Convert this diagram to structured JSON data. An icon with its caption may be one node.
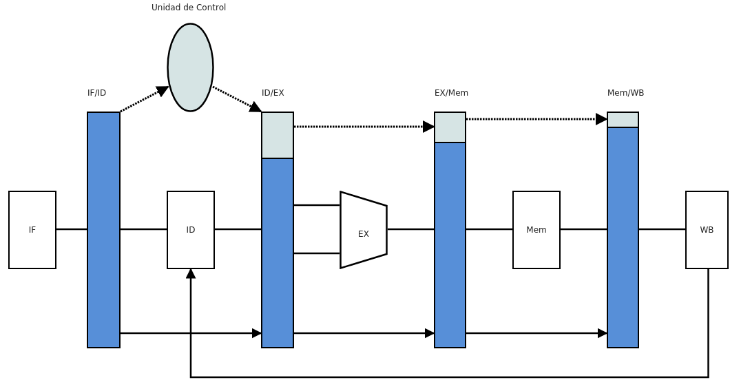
{
  "diagram": {
    "nodes": [
      {
        "text": [
          "Unidad de Control"
        ]
      },
      {
        "text": [
          "IF/ID"
        ]
      },
      {
        "text": [
          "ID/EX"
        ]
      },
      {
        "text": [],
        "shape": "box",
        "in": 2
      },
      {
        "text": [
          "EX/Mem"
        ]
      },
      {
        "text": [],
        "shape": "box",
        "in": 4
      },
      {
        "text": [
          "Mem/WB"
        ]
      },
      {
        "text": [],
        "shape": "box",
        "in": 6
      },
      {
        "text": [
          "IF"
        ]
      },
      {
        "text": [
          "ID"
        ]
      },
      {
        "text": [
          "EX"
        ]
      },
      {
        "text": [
          "Mem"
        ]
      },
      {
        "text": [
          "WB"
        ]
      }
    ],
    "edges": [
      {
        "from": 8,
        "to": 1,
        "arrow": "none"
      },
      {
        "from": 1,
        "to": 9,
        "arrow": "none"
      },
      {
        "from": 9,
        "to": 2,
        "arrow": "none"
      },
      {
        "from": 2,
        "to": 10,
        "arrow": "none"
      },
      {
        "from": 2,
        "to": 10,
        "arrow": "none"
      },
      {
        "from": 10,
        "to": 4,
        "arrow": "none"
      },
      {
        "from": 4,
        "to": 11,
        "arrow": "none"
      },
      {
        "from": 11,
        "to": 6,
        "arrow": "none"
      },
      {
        "from": 6,
        "to": 12,
        "arrow": "none"
      },
      {
        "from": 1,
        "to": 2,
        "arrow": "to"
      },
      {
        "from": 2,
        "to": 4,
        "arrow": "to"
      },
      {
        "from": 4,
        "to": 6,
        "arrow": "to"
      },
      {
        "from": 12,
        "to": 9,
        "arrow": "to"
      },
      {
        "from": 1,
        "to": 0,
        "arrow": "to",
        "style": "dashed"
      },
      {
        "from": 0,
        "to": 3,
        "arrow": "to",
        "style": "dashed"
      },
      {
        "from": 3,
        "to": 5,
        "arrow": "to",
        "style": "dashed"
      },
      {
        "from": 5,
        "to": 7,
        "arrow": "to",
        "style": "dashed"
      }
    ]
  }
}
